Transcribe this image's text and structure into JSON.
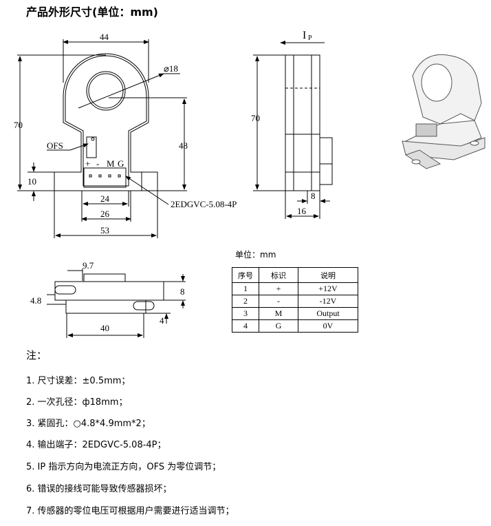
{
  "title": "产品外形尺寸(单位：mm)",
  "front_view": {
    "dim_width": "44",
    "dim_height": "70",
    "dim_hole": "⌀18",
    "dim_center": "48",
    "dim_flange": "10",
    "dim_connector": "24",
    "dim_slot": "26",
    "dim_base": "53",
    "ofs_label": "OFS",
    "connector_label": "2EDGVC-5.08-4P",
    "pins": [
      "+",
      "-",
      "M",
      "G"
    ]
  },
  "side_view": {
    "current_label": "I",
    "current_sub": "P",
    "dim_height": "70",
    "dim_8": "8",
    "dim_16": "16"
  },
  "bottom_view": {
    "dim_9_7": "9.7",
    "dim_4_8": "4.8",
    "dim_8": "8",
    "dim_4": "4",
    "dim_40": "40"
  },
  "pin_table": {
    "unit": "单位：mm",
    "headers": [
      "序号",
      "标识",
      "说明"
    ],
    "rows": [
      [
        "1",
        "+",
        "+12V"
      ],
      [
        "2",
        "-",
        "-12V"
      ],
      [
        "3",
        "M",
        "Output"
      ],
      [
        "4",
        "G",
        "0V"
      ]
    ]
  },
  "notes": {
    "heading": "注：",
    "items": [
      "1.  尺寸误差：±0.5mm；",
      "2.  一次孔径：ф18mm；",
      "3.  紧固孔：○4.8*4.9mm*2；",
      "4.    输出端子：2EDGVC-5.08-4P；",
      "5.  IP 指示方向为电流正方向，OFS 为零位调节；",
      "6.  错误的接线可能导致传感器损坏；",
      "7.  传感器的零位电压可根据用户需要进行适当调节；"
    ]
  }
}
